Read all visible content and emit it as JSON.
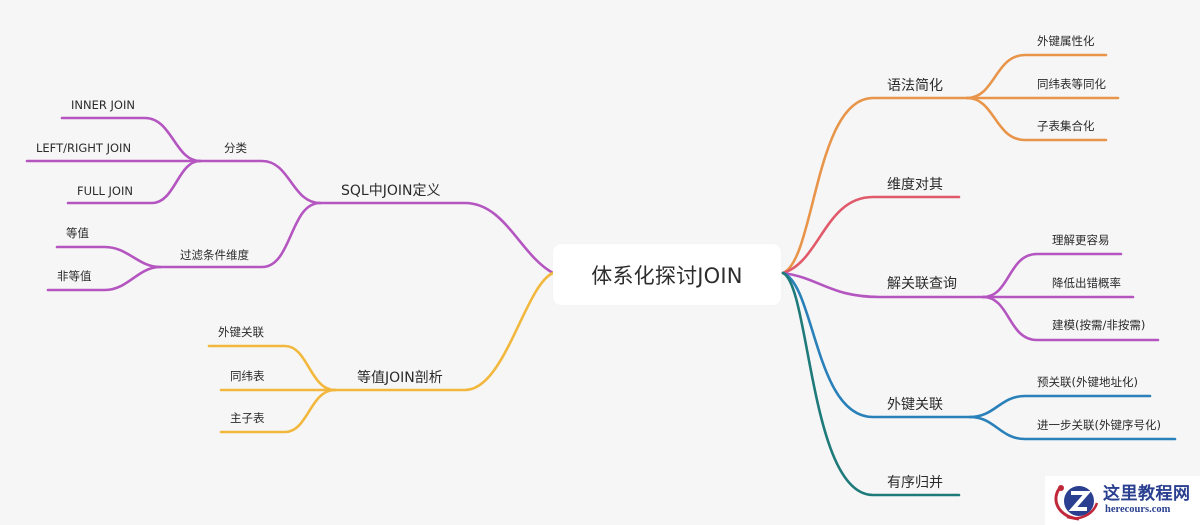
{
  "mindmap": {
    "root": {
      "label": "体系化探讨JOIN"
    },
    "colors": {
      "background": "#f6f6f7",
      "sql_def": "#b455c0",
      "equi_join": "#f2b83e",
      "syntax": "#e8954a",
      "dimension": "#e05a6a",
      "decorrelate": "#b455c0",
      "fk": "#2a80b8",
      "merge": "#1f7a7a"
    },
    "left": [
      {
        "label": "SQL中JOIN定义",
        "children": [
          {
            "label": "分类",
            "children": [
              {
                "label": "INNER JOIN"
              },
              {
                "label": "LEFT/RIGHT JOIN"
              },
              {
                "label": "FULL JOIN"
              }
            ]
          },
          {
            "label": "过滤条件维度",
            "children": [
              {
                "label": "等值"
              },
              {
                "label": "非等值"
              }
            ]
          }
        ]
      },
      {
        "label": "等值JOIN剖析",
        "children": [
          {
            "label": "外键关联"
          },
          {
            "label": "同纬表"
          },
          {
            "label": "主子表"
          }
        ]
      }
    ],
    "right": [
      {
        "label": "语法简化",
        "children": [
          {
            "label": "外键属性化"
          },
          {
            "label": "同纬表等同化"
          },
          {
            "label": "子表集合化"
          }
        ]
      },
      {
        "label": "维度对其"
      },
      {
        "label": "解关联查询",
        "children": [
          {
            "label": "理解更容易"
          },
          {
            "label": "降低出错概率"
          },
          {
            "label": "建模(按需/非按需)"
          }
        ]
      },
      {
        "label": "外键关联",
        "children": [
          {
            "label": "预关联(外键地址化)"
          },
          {
            "label": "进一步关联(外键序号化)"
          }
        ]
      },
      {
        "label": "有序归并"
      }
    ]
  },
  "watermark": {
    "logo_icon": "z-globe-logo-icon",
    "title": "这里教程网",
    "subtitle": "herecours.com"
  }
}
